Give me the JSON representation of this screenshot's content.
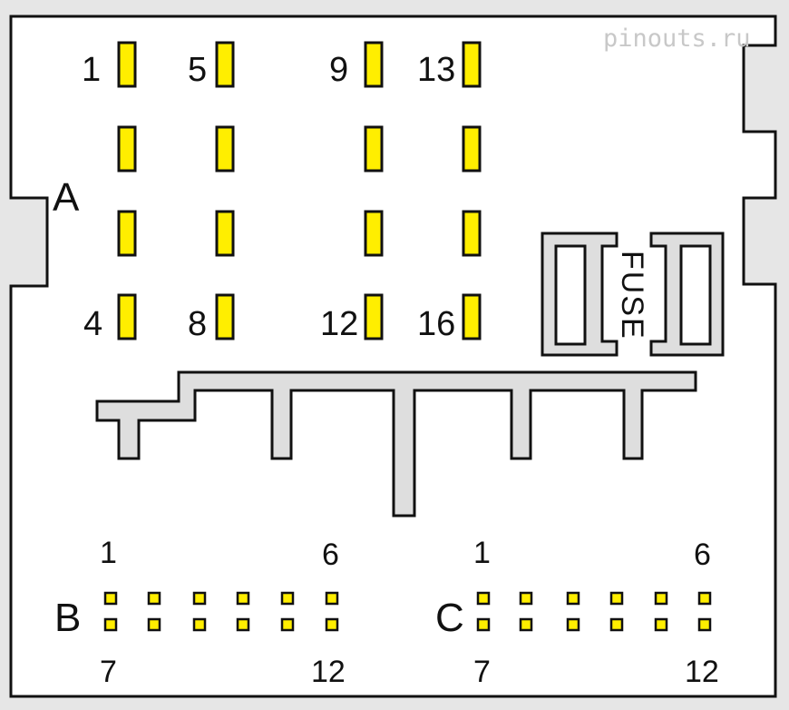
{
  "watermark": "pinouts.ru",
  "colors": {
    "background": "#e6e6e6",
    "housing": "#ffffff",
    "outline": "#111111",
    "pin_fill": "#ffee00",
    "rib_fill": "#dedede"
  },
  "connector_a": {
    "section_label": "A",
    "pin_labels": {
      "col1_top": "1",
      "col2_top": "5",
      "col3_top": "9",
      "col4_top": "13",
      "col1_bottom": "4",
      "col2_bottom": "8",
      "col3_bottom": "12",
      "col4_bottom": "16"
    },
    "fuse_label": "FUSE"
  },
  "connector_b": {
    "section_label": "B",
    "top_left": "1",
    "top_right": "6",
    "bottom_left": "7",
    "bottom_right": "12"
  },
  "connector_c": {
    "section_label": "C",
    "top_left": "1",
    "top_right": "6",
    "bottom_left": "7",
    "bottom_right": "12"
  }
}
